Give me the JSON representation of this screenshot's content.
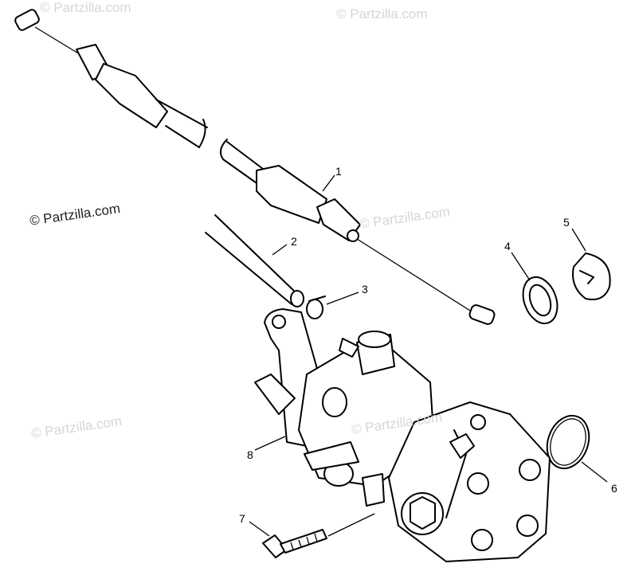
{
  "watermarks": [
    "© Partzilla.com",
    "© Partzilla.com",
    "© Partzilla.com",
    "© Partzilla.com",
    "© Partzilla.com",
    "© Partzilla.com"
  ],
  "callouts": [
    "1",
    "2",
    "3",
    "4",
    "5",
    "6",
    "7",
    "8"
  ]
}
